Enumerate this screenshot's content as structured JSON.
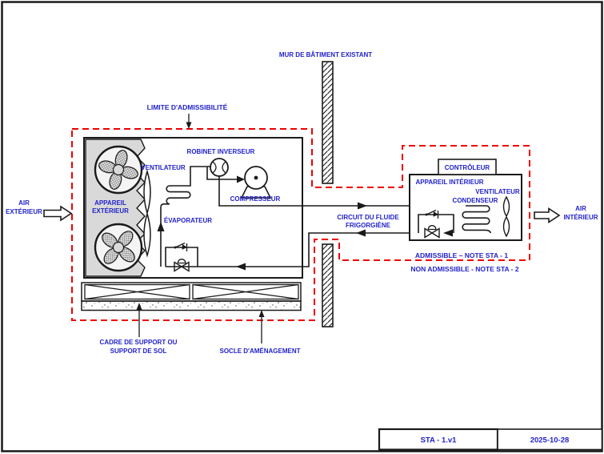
{
  "colors": {
    "label_blue": "#2222cc",
    "boundary_red": "#ee0000",
    "line_black": "#1a1a1a",
    "panel_gray": "#d9d9d9"
  },
  "labels": {
    "wall": "MUR DE BÂTIMENT EXISTANT",
    "limit": "LIMITE D'ADMISSIBILITÉ",
    "reversing_valve": "ROBINET INVERSEUR",
    "outdoor_fan": "VENTILATEUR",
    "compressor": "COMPRESSEUR",
    "outdoor_unit_l1": "APPAREIL",
    "outdoor_unit_l2": "EXTÉRIEUR",
    "evaporator": "ÉVAPORATEUR",
    "air_ext_l1": "AIR",
    "air_ext_l2": "EXTÉRIEUR",
    "refrigerant_l1": "CIRCUIT DU FLUIDE",
    "refrigerant_l2": "FRIGORGIÈNE",
    "controller": "CONTRÔLEUR",
    "indoor_unit": "APPAREIL INTÉRIEUR",
    "indoor_fan": "VENTILATEUR",
    "condenser": "CONDENSEUR",
    "air_int_l1": "AIR",
    "air_int_l2": "INTÉRIEUR",
    "admissible": "ADMISSIBLE – NOTE STA - 1",
    "non_admissible": "NON ADMISSIBLE - NOTE STA - 2",
    "support_l1": "CADRE DE SUPPORT OU",
    "support_l2": "SUPPORT DE SOL",
    "base": "SOCLE D'AMÉNAGEMENT"
  },
  "title_block": {
    "doc_id": "STA - 1.v1",
    "date": "2025-10-28"
  }
}
